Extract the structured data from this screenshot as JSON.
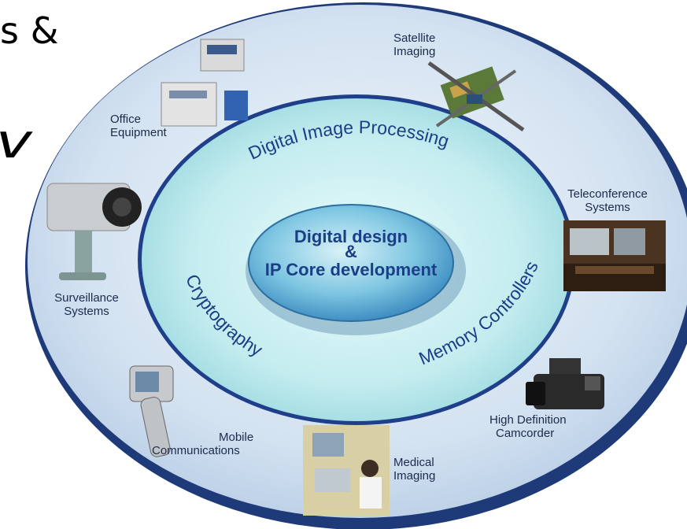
{
  "slide": {
    "fragment_top": "s &",
    "fragment_mid": "v"
  },
  "diagram": {
    "core": {
      "line1": "Digital design",
      "line2": "&",
      "line3": "IP Core development"
    },
    "ring_labels": {
      "top": "Digital Image Processing",
      "left": "Cryptography",
      "right": "Memory Controllers"
    },
    "applications": {
      "satellite": [
        "Satellite",
        "Imaging"
      ],
      "office": [
        "Office",
        "Equipment"
      ],
      "teleconference": [
        "Teleconference",
        "Systems"
      ],
      "surveillance": [
        "Surveillance",
        "Systems"
      ],
      "camcorder": [
        "High Definition",
        "Camcorder"
      ],
      "mobile": [
        "Mobile",
        "Communications"
      ],
      "medical": [
        "Medical",
        "Imaging"
      ]
    }
  }
}
